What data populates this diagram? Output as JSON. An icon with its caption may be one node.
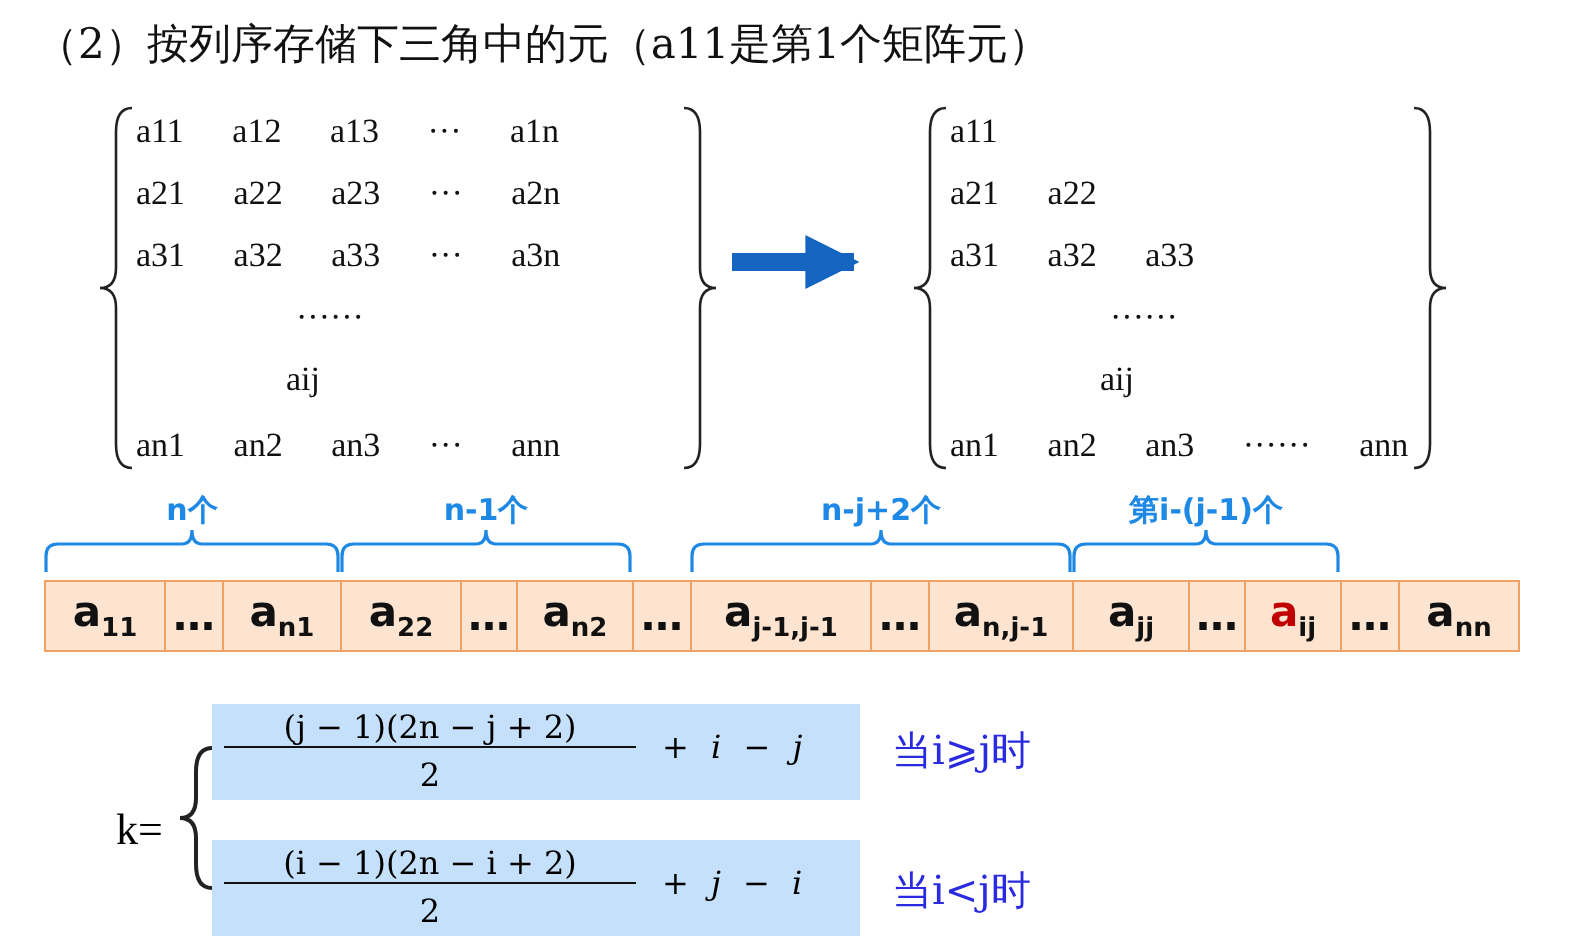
{
  "diagram": {
    "title": "（2）按列序存储下三角中的元（a11是第1个矩阵元）",
    "nodes": [
      {
        "text": [
          "a11 a12 a13 ··· a1n",
          "a21 a22 a23 ··· a2n",
          "a31 a32 a33 ··· a3n",
          "······",
          "aij",
          "an1 an2 an3 ··· ann"
        ]
      },
      {
        "text": [
          "a11",
          "a21 a22",
          "a31 a32 a33",
          "······",
          "aij",
          "an1 an2 an3 ······ ann"
        ]
      },
      {
        "text": [
          "a$_{11}$"
        ]
      },
      {
        "text": [
          "…"
        ]
      },
      {
        "text": [
          "a$_{n1}$"
        ]
      },
      {
        "text": [
          "a$_{22}$"
        ]
      },
      {
        "text": [
          "…"
        ]
      },
      {
        "text": [
          "a$_{n2}$"
        ]
      },
      {
        "text": [
          "…"
        ]
      },
      {
        "text": [
          "a$_{j-1,j-1}$"
        ]
      },
      {
        "text": [
          "…"
        ]
      },
      {
        "text": [
          "a$_{n,j-1}$"
        ]
      },
      {
        "text": [
          "a$_{jj}$"
        ]
      },
      {
        "text": [
          "…"
        ]
      },
      {
        "text": [
          "a$_{ij}$"
        ]
      },
      {
        "text": [
          "…"
        ]
      },
      {
        "text": [
          "a$_{nn}$"
        ]
      },
      {
        "text": [
          "(j − 1)(2n − j + 2)",
          "2",
          "+ *i* − *j*"
        ],
        "beside": [
          "当i⩾j时"
        ]
      },
      {
        "text": [
          "(i − 1)(2n − i + 2)",
          "2",
          "+ *j* − *i*"
        ],
        "beside": [
          "当i<j时"
        ]
      }
    ],
    "edges": [
      {
        "from": 0,
        "to": 1,
        "arrow": "to"
      }
    ],
    "labels": [
      "n个",
      "n-1个",
      "n-j+2个",
      "第i-(j-1)个",
      "k="
    ]
  }
}
